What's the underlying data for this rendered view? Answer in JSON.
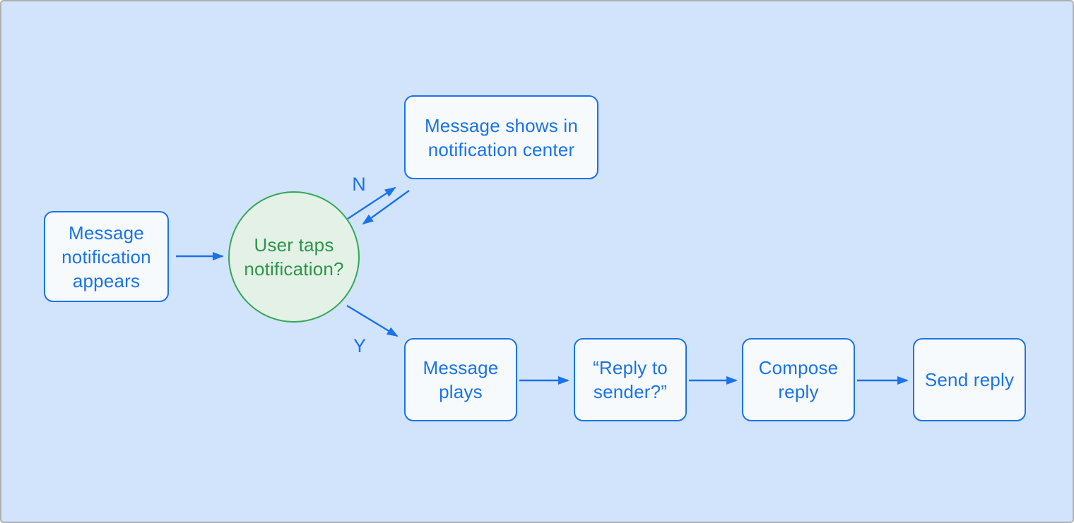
{
  "palette": {
    "bg": "#d2e3fc",
    "blue": "#1a73e8",
    "node-fill": "#f7fafd",
    "green": "#34a853",
    "green-fill": "#e3f1e7",
    "green-text": "#2e9549",
    "frame": "#b0b0b0"
  },
  "diagram": {
    "nodes": {
      "start": "Message notification appears",
      "decision": "User taps notification?",
      "no_result": "Message shows in notification center",
      "yes_step1": "Message plays",
      "yes_step2": "“Reply to sender?”",
      "yes_step3": "Compose reply",
      "yes_step4": "Send reply"
    },
    "edge_labels": {
      "no": "N",
      "yes": "Y"
    }
  }
}
